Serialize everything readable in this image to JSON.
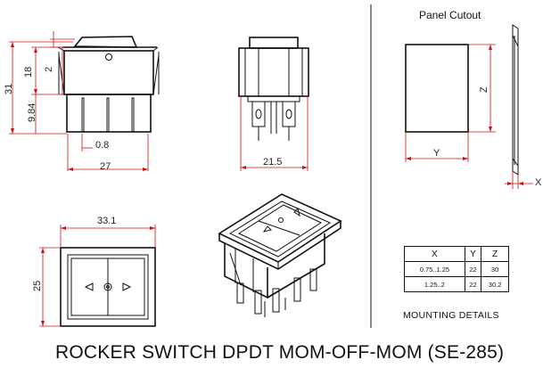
{
  "title": "ROCKER SWITCH DPDT MOM-OFF-MOM (SE-285)",
  "side_view": {
    "dimensions": [
      "31",
      "18",
      "2",
      "9.84",
      "0.8",
      "27"
    ]
  },
  "front_view": {
    "dimensions": [
      "21.5"
    ]
  },
  "top_view": {
    "dimensions": [
      "33.1",
      "25"
    ]
  },
  "panel_cutout": {
    "title": "Panel Cutout",
    "labels": {
      "y": "Y",
      "z": "Z",
      "x": "X"
    }
  },
  "mounting_details": {
    "title": "MOUNTING DETAILS",
    "headers": [
      "X",
      "Y",
      "Z"
    ],
    "rows": [
      [
        "0.75..1.25",
        "22",
        "30"
      ],
      [
        "1.25..2",
        "22",
        "30.2"
      ]
    ]
  },
  "colors": {
    "dimension": "#d01010",
    "outline": "#111111"
  },
  "icons": [
    "left-arrow-icon",
    "center-dot-icon",
    "right-arrow-icon"
  ]
}
